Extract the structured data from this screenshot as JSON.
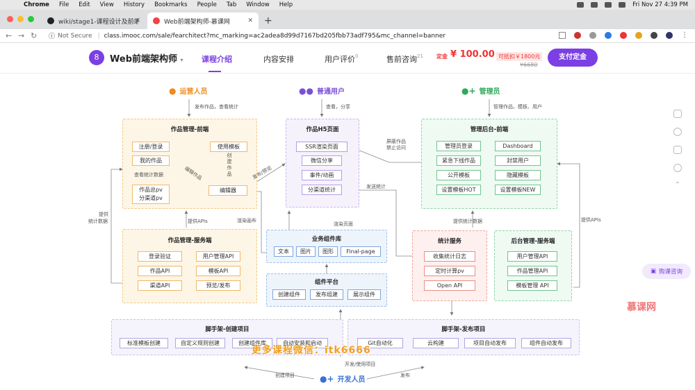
{
  "menubar": {
    "app": "Chrome",
    "items": [
      "File",
      "Edit",
      "View",
      "History",
      "Bookmarks",
      "People",
      "Tab",
      "Window",
      "Help"
    ],
    "clock": "Fri Nov 27  4:39 PM"
  },
  "tabs": [
    {
      "title": "wiki/stage1-课程设计及前端创建",
      "active": false
    },
    {
      "title": "Web前端架构师-慕课网",
      "active": true
    }
  ],
  "address": {
    "security": "Not Secure",
    "url": "class.imooc.com/sale/fearchitect?mc_marking=ac2adea8d99d7167bd205fbb73adf795&mc_channel=banner"
  },
  "site": {
    "course_title": "Web前端架构师",
    "nav": [
      {
        "label": "课程介绍",
        "count": ""
      },
      {
        "label": "内容安排",
        "count": ""
      },
      {
        "label": "用户评价",
        "count": "0"
      },
      {
        "label": "售前咨询",
        "count": "21"
      }
    ],
    "deposit_label": "定金",
    "deposit_price": "¥ 100.00",
    "deposit_note": "可抵扣￥1800元",
    "original_price": "¥6680",
    "pay_label": "支付定金"
  },
  "diagram": {
    "roles": {
      "operator": "运营人员",
      "user": "普通用户",
      "admin": "管理员",
      "developer": "开发人员"
    },
    "labels": {
      "op_action": "发布作品，查看统计",
      "user_action": "查看，分享",
      "admin_action": "管理作品、模板、用户",
      "shield": "屏蔽作品",
      "forbid": "禁止访问",
      "send_stats": "发送统计",
      "provide_api_left": "提供APIs",
      "provide_api_right": "提供APIs",
      "provide_stats_data": "提供统计数据",
      "provide_stats_left_1": "提供",
      "provide_stats_left_2": "统计数据",
      "render_canvas": "渲染画布",
      "render_page": "渲染页面",
      "publish_preview": "发布/预览",
      "edit_work": "编辑作品",
      "create_work": "创建作品",
      "view_stats": "查看统计数据",
      "dev_use": "开发/使用项目",
      "create_project": "创建项目",
      "publish": "发布"
    },
    "works_fe": {
      "title": "作品管理-前端",
      "items": [
        "注册/登录",
        "使用模板",
        "我的作品",
        "编辑器",
        "作品总pv",
        "分渠道pv"
      ]
    },
    "h5": {
      "title": "作品H5页面",
      "items": [
        "SSR渲染页面",
        "微信分享",
        "事件/动画",
        "分渠道统计"
      ]
    },
    "admin_fe": {
      "title": "管理后台-前端",
      "items": [
        "管理员登录",
        "Dashboard",
        "紧急下线作品",
        "封禁用户",
        "公开模板",
        "隐藏模板",
        "设置模板HOT",
        "设置模板NEW"
      ]
    },
    "works_svc": {
      "title": "作品管理-服务端",
      "items": [
        "登录验证",
        "用户管理API",
        "作品API",
        "模板API",
        "渠道API",
        "预览/发布"
      ]
    },
    "biz_lib": {
      "title": "业务组件库",
      "items": [
        "文本",
        "图片",
        "图形",
        "Final-page"
      ]
    },
    "comp_platform": {
      "title": "组件平台",
      "items": [
        "创建组件",
        "发布组建",
        "展示组件"
      ]
    },
    "stats_svc": {
      "title": "统计服务",
      "items": [
        "收集统计日志",
        "定时计算pv",
        "Open API"
      ]
    },
    "admin_svc": {
      "title": "后台管理-服务端",
      "items": [
        "用户管理API",
        "作品管理API",
        "模板管理 API"
      ]
    },
    "scaffold_create": {
      "title": "脚手架-创建项目",
      "items": [
        "标准模板创建",
        "自定义规则创建",
        "创建组件库",
        "自动安装和启动"
      ]
    },
    "scaffold_publish": {
      "title": "脚手架-发布项目",
      "items": [
        "Git自动化",
        "云构建",
        "项目自动发布",
        "组件自动发布"
      ]
    }
  },
  "overlay": {
    "watermark": "更多课程微信：itk6666",
    "consult": "购课咨询",
    "brand": "慕课网"
  },
  "colors": {
    "brand_purple": "#7b3fe4",
    "price_red": "#e33333",
    "operator_orange": "#f08a1e",
    "user_purple": "#7a4fd6",
    "admin_green": "#2ea85a",
    "dev_blue": "#3a6fd8"
  }
}
